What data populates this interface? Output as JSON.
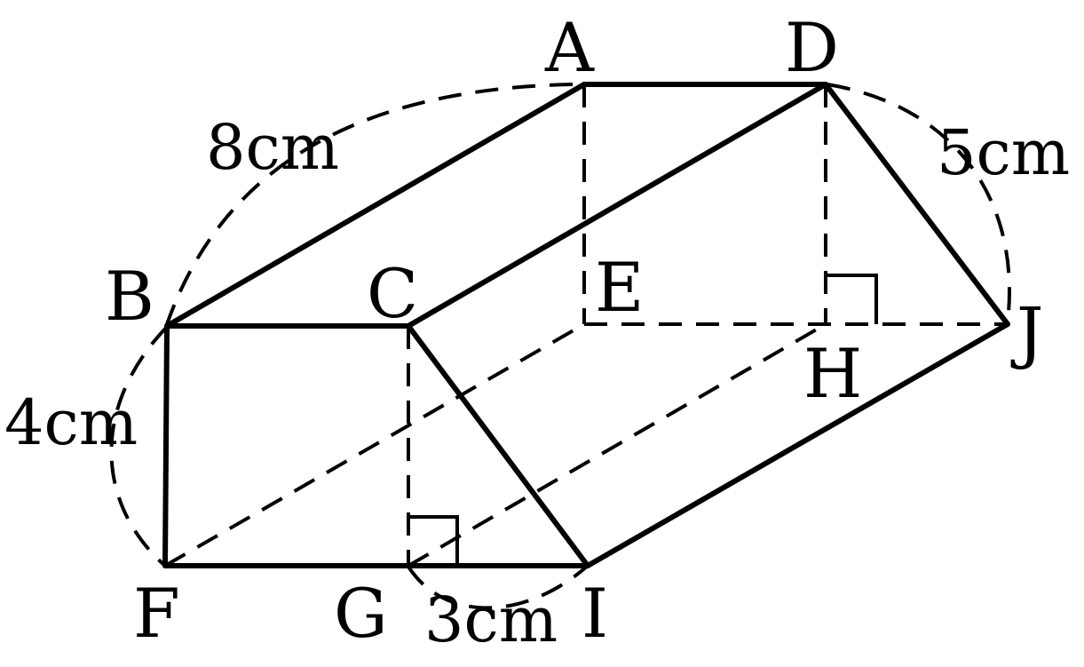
{
  "points": {
    "A": "A",
    "B": "B",
    "C": "C",
    "D": "D",
    "E": "E",
    "F": "F",
    "G": "G",
    "H": "H",
    "I": "I",
    "J": "J"
  },
  "dimensions": {
    "ab": "8cm",
    "dj": "5cm",
    "bf": "4cm",
    "gi": "3cm"
  }
}
